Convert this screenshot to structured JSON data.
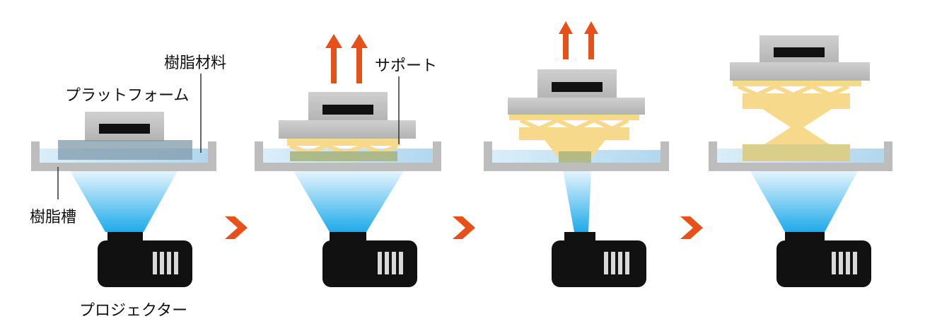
{
  "labels": {
    "resin": "樹脂材料",
    "platform": "プラットフォーム",
    "vat": "樹脂槽",
    "projector": "プロジェクター",
    "support": "サポート"
  },
  "colors": {
    "vat_gray": "#bdbdbd",
    "platform_gray": "#c2c2c2",
    "resin_blue": "#b7dcf0",
    "light_blue": "#2fb2ea",
    "projector_black": "#111111",
    "support_yellow": "#f7d98c",
    "accent_orange": "#e8501a"
  },
  "icons": [
    "arrow-up-icon",
    "chevron-right-icon",
    "projector-icon"
  ]
}
